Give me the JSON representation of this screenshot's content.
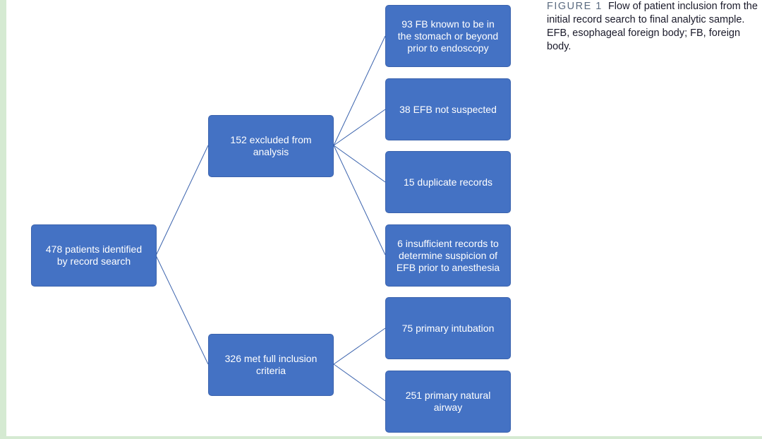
{
  "nodes": {
    "root": "478 patients identified\nby record search",
    "excluded": "152 excluded from\nanalysis",
    "included": "326 met full inclusion\ncriteria",
    "ex1": "93 FB known to be in\nthe stomach or beyond\nprior to endoscopy",
    "ex2": "38 EFB not suspected",
    "ex3": "15 duplicate records",
    "ex4": "6 insufficient records to\ndetermine suspicion of\nEFB prior to anesthesia",
    "in1": "75 primary intubation",
    "in2": "251 primary natural\nairway"
  },
  "caption": {
    "label": "FIGURE 1",
    "text": "Flow of patient inclusion from the initial record search to final analytic sample. EFB, esophageal foreign body; FB, foreign body."
  },
  "colors": {
    "node_fill": "#4472c4",
    "connector": "#3b63ad",
    "page_border": "#d5ead2"
  }
}
